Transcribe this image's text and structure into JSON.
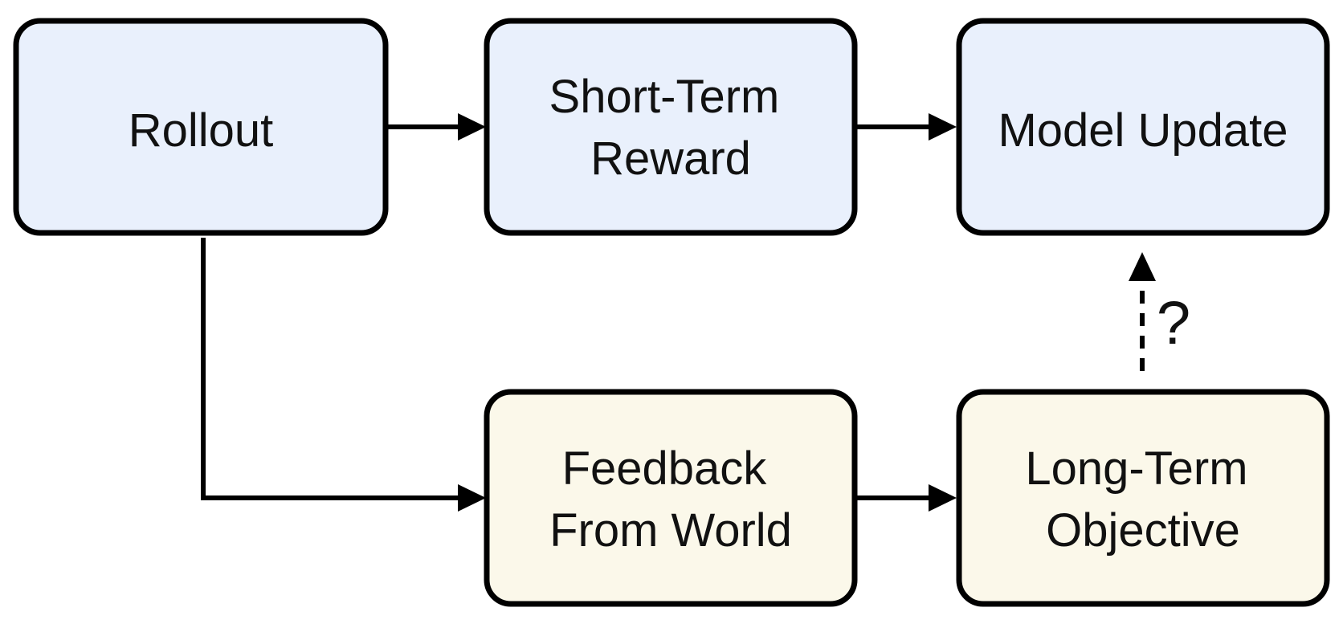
{
  "colors": {
    "top_row_fill": "#e9f0fc",
    "bottom_row_fill": "#fbf8ea",
    "stroke": "#000000"
  },
  "nodes": {
    "rollout": {
      "lines": [
        "Rollout"
      ]
    },
    "short_term_reward": {
      "lines": [
        "Short-Term",
        "Reward"
      ]
    },
    "model_update": {
      "lines": [
        "Model Update"
      ]
    },
    "feedback_from_world": {
      "lines": [
        "Feedback",
        "From World"
      ]
    },
    "long_term_objective": {
      "lines": [
        "Long-Term",
        "Objective"
      ]
    }
  },
  "edges": [
    {
      "from": "rollout",
      "to": "short_term_reward",
      "style": "solid"
    },
    {
      "from": "short_term_reward",
      "to": "model_update",
      "style": "solid"
    },
    {
      "from": "rollout",
      "to": "feedback_from_world",
      "style": "solid"
    },
    {
      "from": "feedback_from_world",
      "to": "long_term_objective",
      "style": "solid"
    },
    {
      "from": "long_term_objective",
      "to": "model_update",
      "style": "dashed",
      "label": "?"
    }
  ]
}
